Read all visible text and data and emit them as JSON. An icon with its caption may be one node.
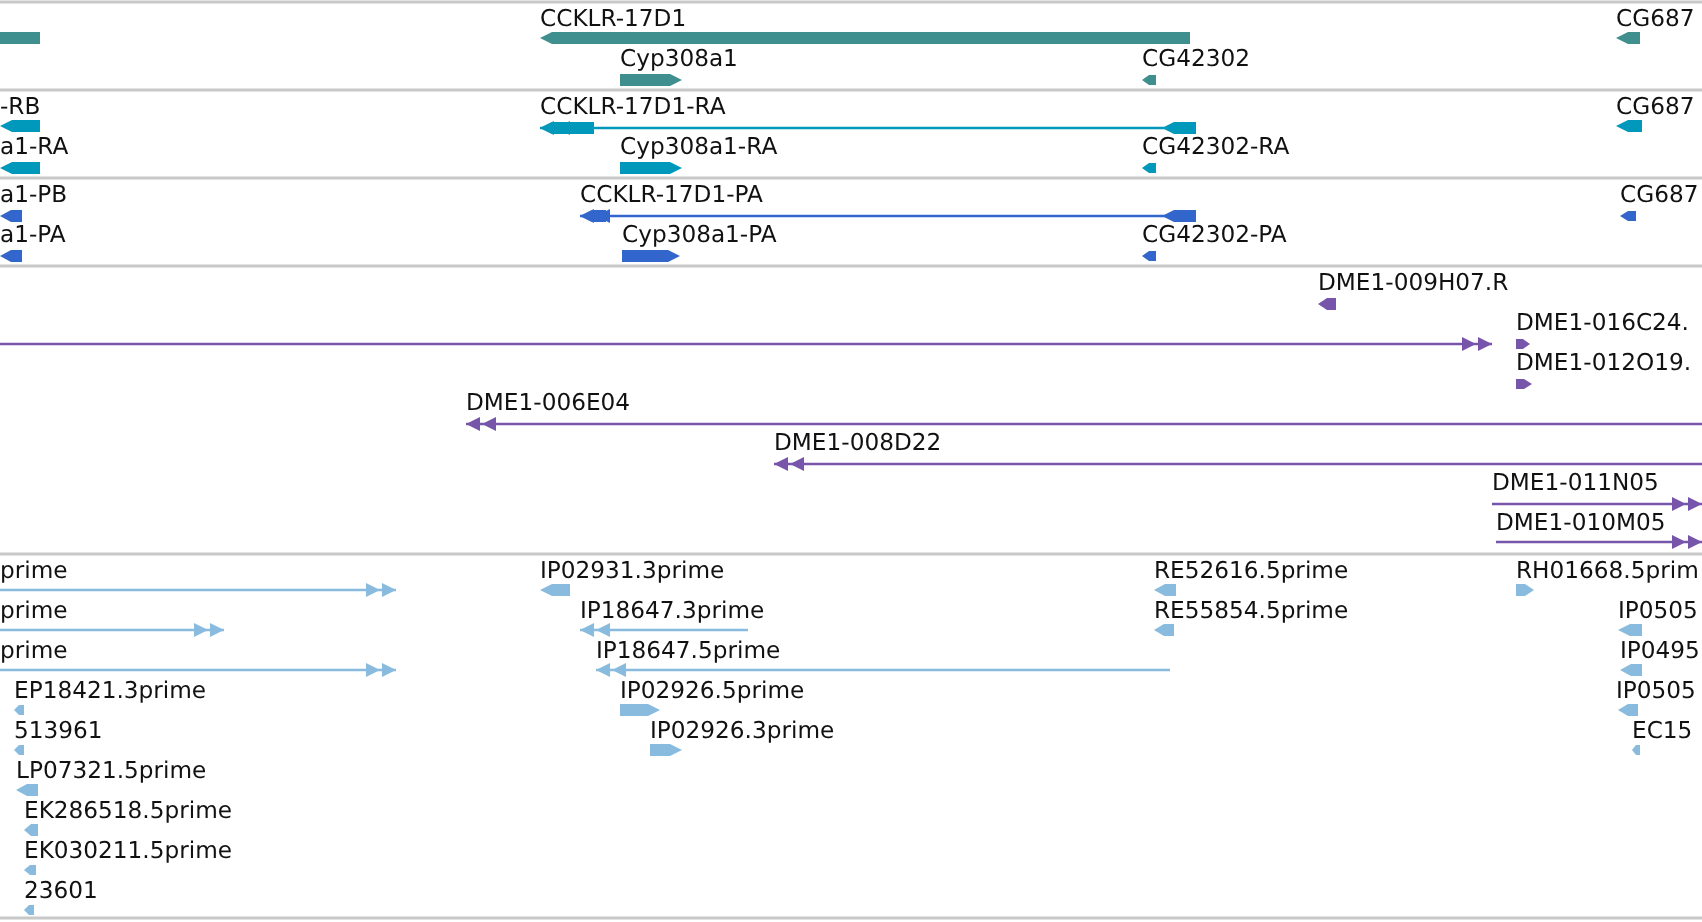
{
  "diagram": {
    "labels": [
      "CCKLR-17D1",
      "CG687",
      "Cyp308a1",
      "CG42302",
      "-RB",
      "CCKLR-17D1-RA",
      "CG687",
      "a1-RA",
      "Cyp308a1-RA",
      "CG42302-RA",
      "a1-PB",
      "CCKLR-17D1-PA",
      "CG687",
      "a1-PA",
      "Cyp308a1-PA",
      "CG42302-PA",
      "DME1-009H07.R",
      "DME1-016C24.",
      "DME1-012O19.",
      "DME1-006E04",
      "DME1-008D22",
      "DME1-011N05",
      "DME1-010M05",
      "prime",
      "IP02931.3prime",
      "RE52616.5prime",
      "RH01668.5prim",
      "prime",
      "IP18647.3prime",
      "RE55854.5prime",
      "IP0505",
      "prime",
      "IP18647.5prime",
      "IP0495",
      "EP18421.3prime",
      "IP02926.5prime",
      "IP0505",
      "513961",
      "IP02926.3prime",
      "EC15",
      "LP07321.5prime",
      "EK286518.5prime",
      "EK030211.5prime",
      "23601"
    ]
  }
}
